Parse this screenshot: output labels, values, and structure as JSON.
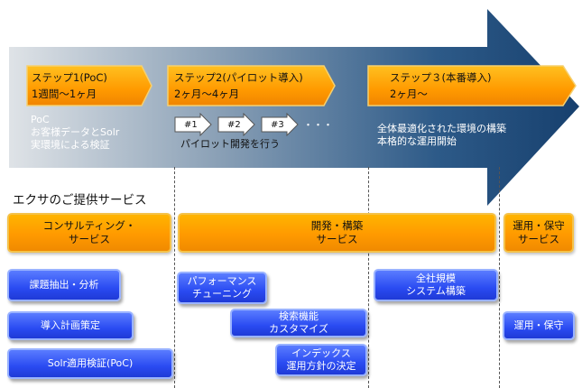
{
  "steps": [
    {
      "title": "ステップ1(PoC)",
      "duration": "1週間～1ヶ月",
      "desc": [
        "PoC",
        "お客様データとSolr",
        "実環境による検証"
      ]
    },
    {
      "title": "ステップ2(パイロット導入)",
      "duration": "2ヶ月～4ヶ月",
      "desc": [
        "パイロット開発を行う"
      ]
    },
    {
      "title": "ステップ３(本番導入)",
      "duration": "2ヶ月～",
      "desc": [
        "全体最適化された環境の構築",
        "本格的な運用開始"
      ]
    }
  ],
  "pilot_arrows": [
    "#1",
    "#2",
    "#3"
  ],
  "pilot_dots": "・・・",
  "services_heading": "エクサのご提供サービス",
  "service_categories": [
    {
      "lines": [
        "コンサルティング・",
        "サービス"
      ]
    },
    {
      "lines": [
        "開発・構築",
        "サービス"
      ]
    },
    {
      "lines": [
        "運用・保守",
        "サービス"
      ]
    }
  ],
  "service_items": [
    {
      "lines": [
        "課題抽出・分析"
      ]
    },
    {
      "lines": [
        "導入計画策定"
      ]
    },
    {
      "lines": [
        "Solr適用検証(PoC)"
      ]
    },
    {
      "lines": [
        "パフォーマンス",
        "チューニング"
      ]
    },
    {
      "lines": [
        "検索機能",
        "カスタマイズ"
      ]
    },
    {
      "lines": [
        "インデックス",
        "運用方針の決定"
      ]
    },
    {
      "lines": [
        "全社規模",
        "システム構築"
      ]
    },
    {
      "lines": [
        "運用・保守"
      ]
    }
  ],
  "colors": {
    "arrow_start": "#d8dde2",
    "arrow_end": "#1f4a7a",
    "orange": "#ff9a00",
    "blue": "#2a4bf2"
  }
}
